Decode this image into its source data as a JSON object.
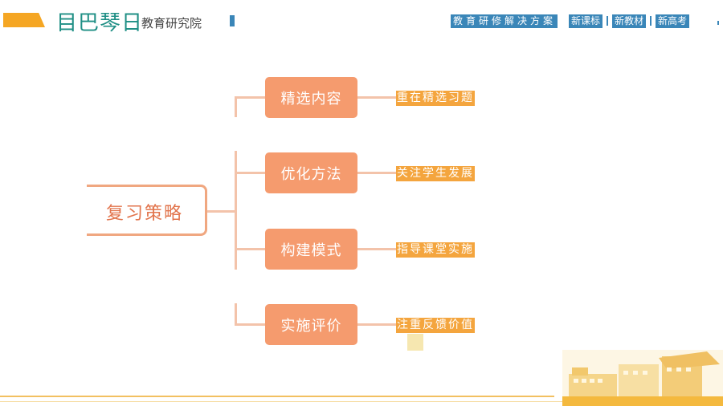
{
  "header": {
    "logo_text": "目巴琴日",
    "logo_sub": "教育研究院",
    "tabs": {
      "main": "教育研修解决方案",
      "t1": "新课标",
      "t2": "新教材",
      "t3": "新高考"
    }
  },
  "mindmap": {
    "root": "复习策略",
    "branches": [
      {
        "label": "精选内容",
        "leaf": "重在精选习题"
      },
      {
        "label": "优化方法",
        "leaf": "关注学生发展"
      },
      {
        "label": "构建模式",
        "leaf": "指导课堂实施"
      },
      {
        "label": "实施评价",
        "leaf": "注重反馈价值"
      }
    ]
  },
  "colors": {
    "accent_orange": "#f59b6e",
    "leaf_orange": "#f4a53e",
    "brand_blue": "#3a86b8",
    "brand_teal": "#1f8f85"
  }
}
